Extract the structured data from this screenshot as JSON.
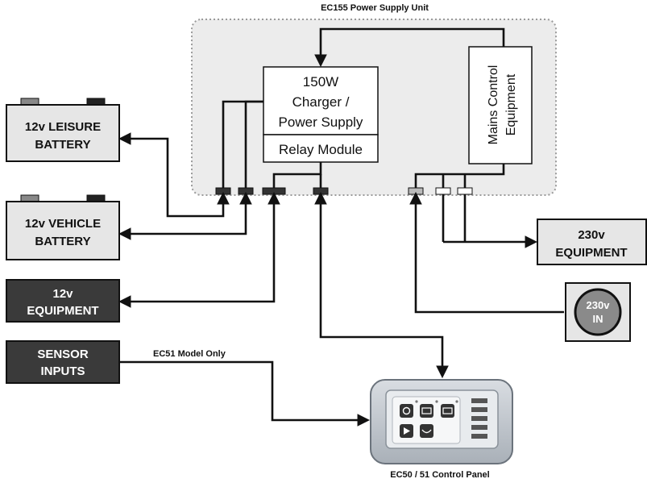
{
  "psu": {
    "title": "EC155 Power Supply Unit",
    "charger_lines": [
      "150W",
      "Charger /",
      "Power Supply"
    ],
    "relay_label": "Relay Module",
    "mains_lines": [
      "Mains Control",
      "Equipment"
    ]
  },
  "leisure_battery": {
    "lines": [
      "12v LEISURE",
      "BATTERY"
    ]
  },
  "vehicle_battery": {
    "lines": [
      "12v VEHICLE",
      "BATTERY"
    ]
  },
  "equipment_12v": {
    "lines": [
      "12v",
      "EQUIPMENT"
    ]
  },
  "sensor_inputs": {
    "lines": [
      "SENSOR",
      "INPUTS"
    ]
  },
  "ec51_note": "EC51 Model Only",
  "equipment_230v": {
    "lines": [
      "230v",
      "EQUIPMENT"
    ]
  },
  "mains_in": {
    "lines": [
      "230v",
      "IN"
    ]
  },
  "control_panel": {
    "caption": "EC50 / 51 Control Panel"
  },
  "colors": {
    "dark_box": "#3a3a3a",
    "light_box": "#e6e6e6",
    "psu_bg": "#ececec"
  }
}
